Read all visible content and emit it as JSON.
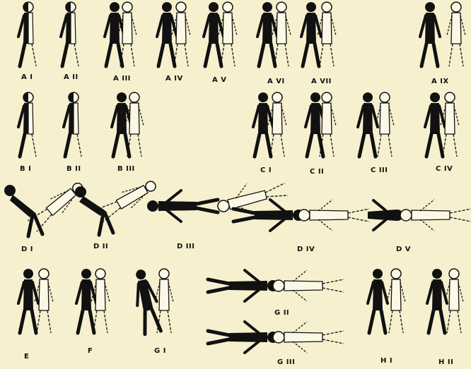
{
  "figure": {
    "background": "#f6f0cf",
    "ink": "#111111",
    "captions": {
      "a1": "A I",
      "a2": "A II",
      "a3": "A III",
      "a4": "A IV",
      "a5": "A V",
      "a6": "A VI",
      "a7": "A VII",
      "a9": "A IX",
      "b1": "B I",
      "b2": "B II",
      "b3": "B III",
      "c1": "C I",
      "c2": "C II",
      "c3": "C III",
      "c4": "C IV",
      "d1": "D I",
      "d2": "D II",
      "d3": "D III",
      "d4": "D IV",
      "d5": "D V",
      "e": "E",
      "f": "F",
      "g1": "G I",
      "g2": "G II",
      "g3": "G III",
      "h1": "H I",
      "h2": "H II"
    }
  }
}
